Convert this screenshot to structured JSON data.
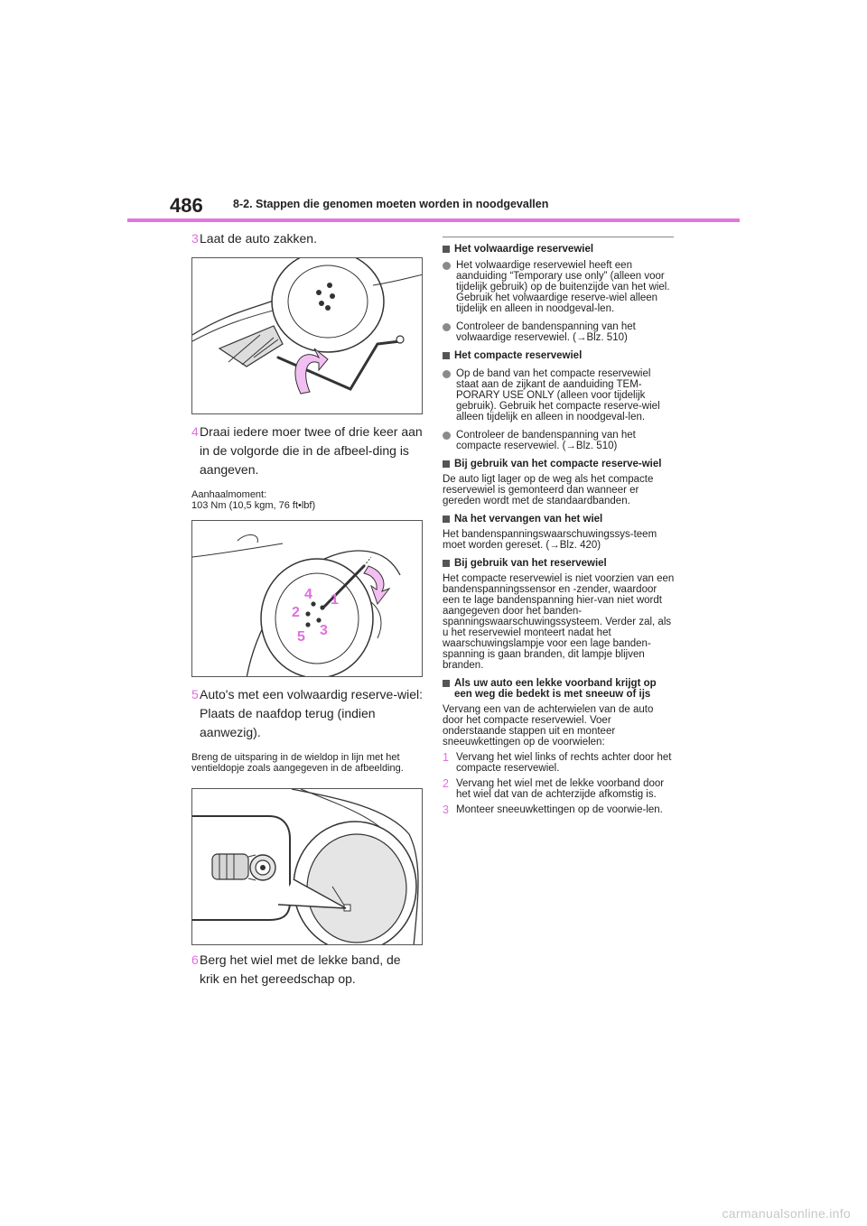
{
  "header": {
    "page_number": "486",
    "section_title": "8-2. Stappen die genomen moeten worden in noodgevallen"
  },
  "left": {
    "step3": {
      "num": "3",
      "text": "Laat de auto zakken."
    },
    "step4": {
      "num": "4",
      "text": "Draai iedere moer twee of drie keer aan in de volgorde die in de afbeel-ding is aangeven."
    },
    "torque_label": "Aanhaalmoment:",
    "torque_value": "103 Nm (10,5 kgm, 76 ft•lbf)",
    "figure2_labels": [
      "1",
      "2",
      "3",
      "4",
      "5"
    ],
    "step5": {
      "num": "5",
      "text": "Auto's met een volwaardig reserve-wiel: Plaats de naafdop terug (indien aanwezig)."
    },
    "step5_note": "Breng de uitsparing in de wieldop in lijn met het ventieldopje zoals aangegeven in de afbeelding.",
    "step6": {
      "num": "6",
      "text": "Berg het wiel met de lekke band, de krik en het gereedschap op."
    }
  },
  "right": {
    "h1": "Het volwaardige reservewiel",
    "b1": "Het volwaardige reservewiel heeft een aanduiding “Temporary use only” (alleen voor tijdelijk gebruik) op de buitenzijde van het wiel. Gebruik het volwaardige reserve-wiel alleen tijdelijk en alleen in noodgeval-len.",
    "b2": "Controleer de bandenspanning van het volwaardige reservewiel. (→Blz. 510)",
    "h2": "Het compacte reservewiel",
    "b3": "Op de band van het compacte reservewiel staat aan de zijkant de aanduiding TEM-PORARY USE ONLY (alleen voor tijdelijk gebruik). Gebruik het compacte reserve-wiel alleen tijdelijk en alleen in noodgeval-len.",
    "b4": "Controleer de bandenspanning van het compacte reservewiel. (→Blz. 510)",
    "h3": "Bij gebruik van het compacte reserve-wiel",
    "p3": "De auto ligt lager op de weg als het compacte reservewiel is gemonteerd dan wanneer er gereden wordt met de standaardbanden.",
    "h4": "Na het vervangen van het wiel",
    "p4": "Het bandenspanningswaarschuwingssys-teem moet worden gereset. (→Blz. 420)",
    "h5": "Bij gebruik van het reservewiel",
    "p5": "Het compacte reservewiel is niet voorzien van een bandenspanningssensor en -zender, waardoor een te lage bandenspanning hier-van niet wordt aangegeven door het banden-spanningswaarschuwingssysteem. Verder zal, als u het reservewiel monteert nadat het waarschuwingslampje voor een lage banden-spanning is gaan branden, dit lampje blijven branden.",
    "h6": "Als uw auto een lekke voorband krijgt op een weg die bedekt is met sneeuw of ijs",
    "p6": "Vervang een van de achterwielen van de auto door het compacte reservewiel. Voer onderstaande stappen uit en monteer sneeuwkettingen op de voorwielen:",
    "s1": {
      "num": "1",
      "text": "Vervang het wiel links of rechts achter door het compacte reservewiel."
    },
    "s2": {
      "num": "2",
      "text": "Vervang het wiel met de lekke voorband door het wiel dat van de achterzijde afkomstig is."
    },
    "s3": {
      "num": "3",
      "text": "Monteer sneeuwkettingen op de voorwie-len."
    }
  },
  "footer": {
    "url": "carmanualsonline.info"
  },
  "colors": {
    "accent": "#e274e2",
    "arrow_fill": "#f2bff2",
    "number_pink": "#e06ee0"
  }
}
